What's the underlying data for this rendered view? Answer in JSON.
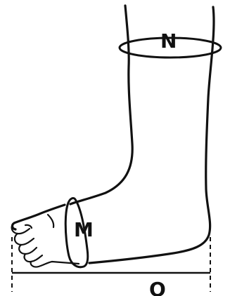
{
  "labels": {
    "ankle": "N",
    "foot": "M",
    "sole": "O"
  }
}
